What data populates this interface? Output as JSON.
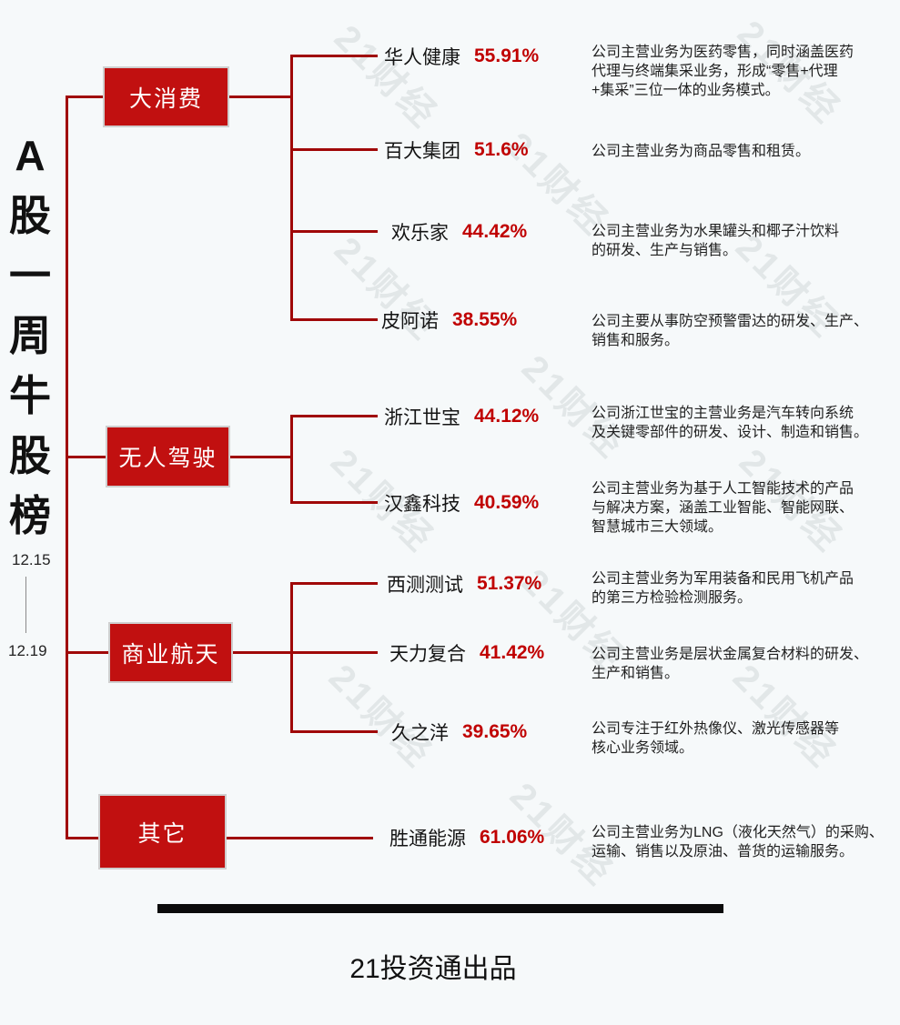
{
  "title": {
    "text": "A股一周牛股榜",
    "chars": [
      "A",
      "股",
      "一",
      "周",
      "牛",
      "股",
      "榜"
    ]
  },
  "date_range": {
    "start": "12.15",
    "end": "12.19"
  },
  "watermark": {
    "text": "21财经"
  },
  "footer": {
    "brand": "21投资通出品"
  },
  "colors": {
    "background": "#f6f9fa",
    "category_box_red": "#c11010",
    "connector_red": "#a00808",
    "percent_red": "#c00000",
    "text_black": "#1f1f1f"
  },
  "groups": [
    {
      "label": "大消费",
      "stocks": [
        {
          "name": "华人健康",
          "pct": "55.91%",
          "desc": "公司主营业务为医药零售，同时涵盖医药\n代理与终端集采业务，形成“零售+代理\n+集采”三位一体的业务模式。"
        },
        {
          "name": "百大集团",
          "pct": "51.6%",
          "desc": "公司主营业务为商品零售和租赁。"
        },
        {
          "name": "欢乐家",
          "pct": "44.42%",
          "desc": "公司主营业务为水果罐头和椰子汁饮料\n的研发、生产与销售。"
        },
        {
          "name": "皮阿诺",
          "pct": "38.55%",
          "desc": "公司主要从事防空预警雷达的研发、生产、\n销售和服务。"
        }
      ]
    },
    {
      "label": "无人驾驶",
      "stocks": [
        {
          "name": "浙江世宝",
          "pct": "44.12%",
          "desc": "公司浙江世宝的主营业务是汽车转向系统\n及关键零部件的研发、设计、制造和销售。"
        },
        {
          "name": "汉鑫科技",
          "pct": "40.59%",
          "desc": "公司主营业务为基于人工智能技术的产品\n与解决方案，涵盖工业智能、智能网联、\n智慧城市三大领域。"
        }
      ]
    },
    {
      "label": "商业航天",
      "stocks": [
        {
          "name": "西测测试",
          "pct": "51.37%",
          "desc": "公司主营业务为军用装备和民用飞机产品\n的第三方检验检测服务。"
        },
        {
          "name": "天力复合",
          "pct": "41.42%",
          "desc": "公司主营业务是层状金属复合材料的研发、\n生产和销售。"
        },
        {
          "name": "久之洋",
          "pct": "39.65%",
          "desc": "公司专注于红外热像仪、激光传感器等\n核心业务领域。"
        }
      ]
    },
    {
      "label": "其它",
      "stocks": [
        {
          "name": "胜通能源",
          "pct": "61.06%",
          "desc": "公司主营业务为LNG（液化天然气）的采购、\n运输、销售以及原油、普货的运输服务。"
        }
      ]
    }
  ]
}
